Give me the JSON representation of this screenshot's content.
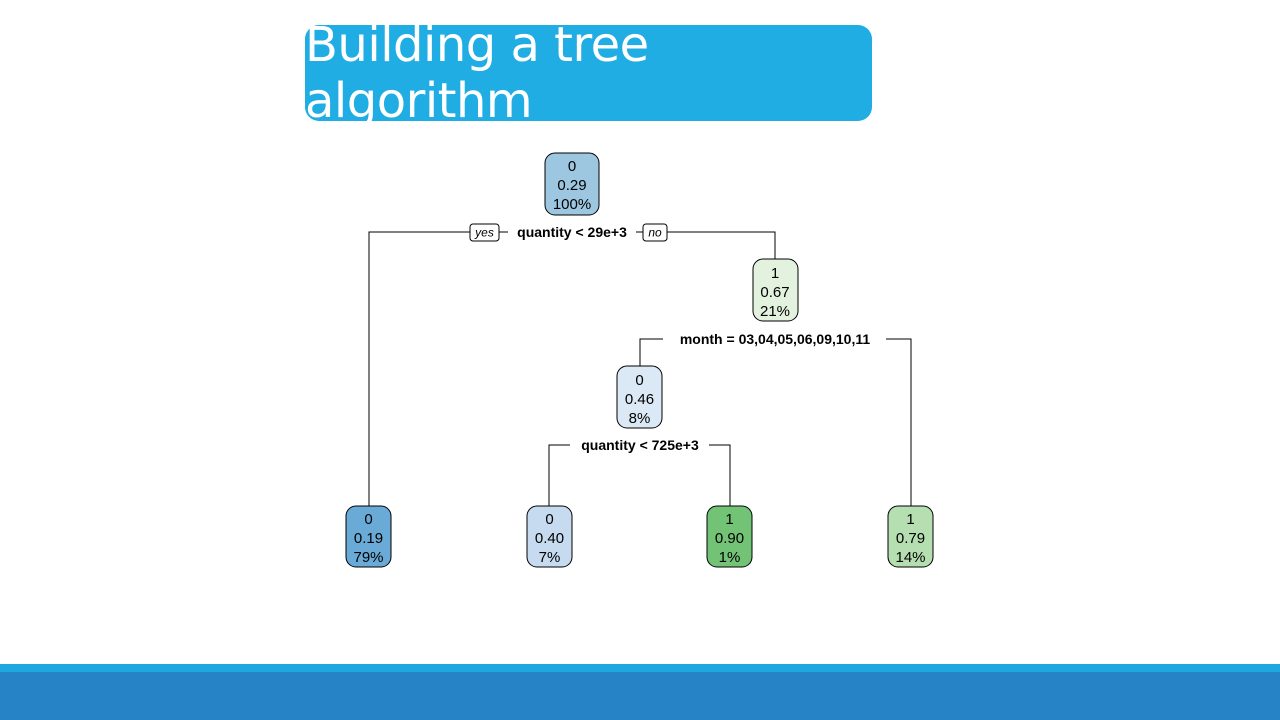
{
  "slide": {
    "title": "Building a tree algorithm"
  },
  "tree": {
    "colors": {
      "blue_dark": "#6aaad6",
      "blue_medium": "#9dc6e0",
      "blue_light": "#c6dbef",
      "blue_pale": "#dbe8f5",
      "green_dark": "#73c376",
      "green_medium": "#b5dfb0",
      "green_pale": "#e3f2df"
    },
    "nodes": {
      "root": {
        "cls": "0",
        "prob": "0.29",
        "pct": "100%"
      },
      "right": {
        "cls": "1",
        "prob": "0.67",
        "pct": "21%"
      },
      "mid": {
        "cls": "0",
        "prob": "0.46",
        "pct": "8%"
      },
      "leaf1": {
        "cls": "0",
        "prob": "0.19",
        "pct": "79%"
      },
      "leaf2": {
        "cls": "0",
        "prob": "0.40",
        "pct": "7%"
      },
      "leaf3": {
        "cls": "1",
        "prob": "0.90",
        "pct": "1%"
      },
      "leaf4": {
        "cls": "1",
        "prob": "0.79",
        "pct": "14%"
      }
    },
    "splits": {
      "root": "quantity < 29e+3",
      "right": "month = 03,04,05,06,09,10,11",
      "mid": "quantity < 725e+3"
    },
    "branch_labels": {
      "yes": "yes",
      "no": "no"
    }
  }
}
